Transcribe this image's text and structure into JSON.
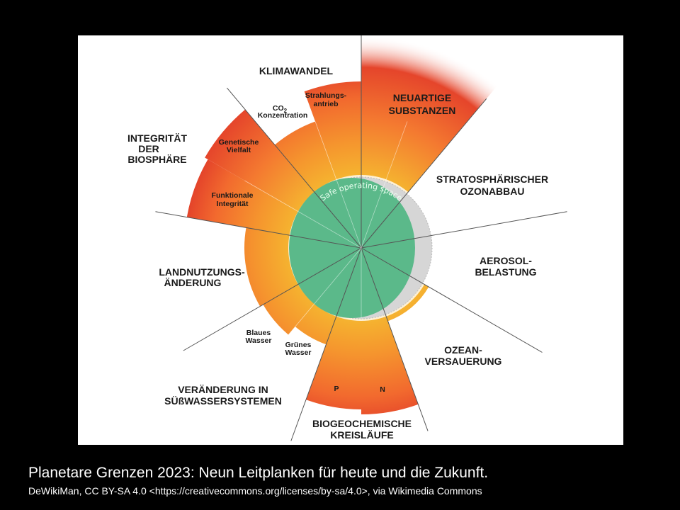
{
  "labels": {
    "klimawandel": [
      "KLIMAWANDEL"
    ],
    "neuartige": [
      "NEUARTIGE",
      "SUBSTANZEN"
    ],
    "ozon": [
      "STRATOSPHÄRISCHER",
      "OZONABBAU"
    ],
    "aerosol": [
      "AEROSOL-",
      "BELASTUNG"
    ],
    "ozean": [
      "OZEAN-",
      "VERSAUERUNG"
    ],
    "bio": [
      "BIOGEOCHEMISCHE",
      "KREISLÄUFE"
    ],
    "suesswasser": [
      "VERÄNDERUNG IN",
      "SÜßWASSERSYSTEMEN"
    ],
    "land": [
      "LANDNUTZUNGS-",
      "ÄNDERUNG"
    ],
    "biosphaere": [
      "INTEGRITÄT",
      "DER",
      "BIOSPHÄRE"
    ]
  },
  "sublabels": {
    "strahlung": [
      "Strahlungs-",
      "antrieb"
    ],
    "co2": [
      "CO",
      "2",
      "Konzentration"
    ],
    "genetisch": [
      "Genetische",
      "Vielfalt"
    ],
    "funktional": [
      "Funktionale",
      "Integrität"
    ],
    "blau": [
      "Blaues",
      "Wasser"
    ],
    "gruen": [
      "Grünes",
      "Wasser"
    ],
    "p": "P",
    "n": "N"
  },
  "safe_space": "Safe operating space",
  "boundary_levels_relative_to_safe_limit": [
    {
      "name": "neuartige-substanzen",
      "level": 3.0,
      "fade": true
    },
    {
      "name": "ozonabbau",
      "level": 0.9
    },
    {
      "name": "aerosol",
      "level": 0.95
    },
    {
      "name": "ozeanversauerung",
      "level": 1.1
    },
    {
      "name": "stickstoff",
      "level": 2.35
    },
    {
      "name": "phosphor",
      "level": 2.28
    },
    {
      "name": "gruenes-wasser",
      "level": 1.45
    },
    {
      "name": "blaues-wasser",
      "level": 1.6
    },
    {
      "name": "landnutzung",
      "level": 1.65
    },
    {
      "name": "funktionale-integritaet",
      "level": 2.5
    },
    {
      "name": "genetische-vielfalt",
      "level": 2.55,
      "fade": true
    },
    {
      "name": "co2-konzentration",
      "level": 1.9
    },
    {
      "name": "strahlungsantrieb",
      "level": 2.35
    }
  ],
  "colors": {
    "safe": "#5bb98a",
    "inner": "#f5bb30",
    "mid": "#f47a30",
    "outer": "#dd3328",
    "neutral": "#d6d6d6"
  },
  "caption": {
    "title": "Planetare Grenzen 2023: Neun Leitplanken für heute und die Zukunft.",
    "credit": "DeWikiMan, CC BY-SA 4.0 <https://creativecommons.org/licenses/by-sa/4.0>, via Wikimedia Commons"
  }
}
